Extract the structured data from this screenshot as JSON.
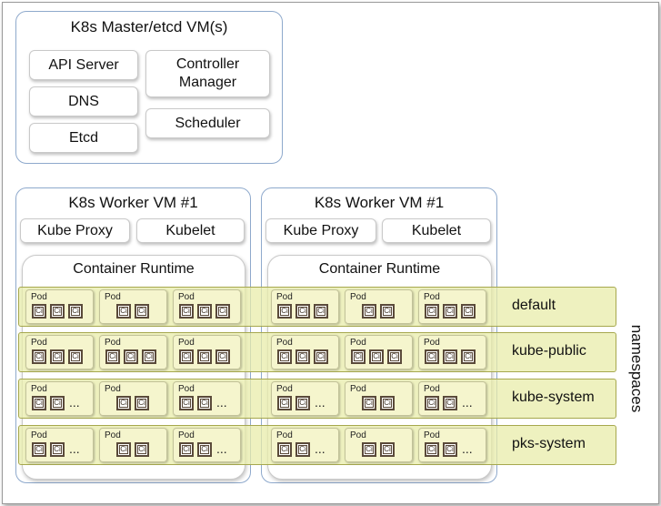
{
  "master": {
    "title": "K8s Master/etcd VM(s)",
    "components": [
      "API Server",
      "DNS",
      "Etcd",
      "Controller Manager",
      "Scheduler"
    ]
  },
  "workers": [
    {
      "title": "K8s Worker VM #1",
      "kube_proxy": "Kube Proxy",
      "kubelet": "Kubelet",
      "runtime": "Container Runtime"
    },
    {
      "title": "K8s Worker VM #1",
      "kube_proxy": "Kube Proxy",
      "kubelet": "Kubelet",
      "runtime": "Container Runtime"
    }
  ],
  "pod_label": "Pod",
  "container_label": "Ci",
  "ellipsis": "...",
  "namespaces_axis_label": "namespaces",
  "namespaces": [
    {
      "name": "default",
      "pods": [
        {
          "containers": 3,
          "more": false
        },
        {
          "containers": 2,
          "more": false
        },
        {
          "containers": 3,
          "more": false
        }
      ]
    },
    {
      "name": "kube-public",
      "pods": [
        {
          "containers": 3,
          "more": false
        },
        {
          "containers": 3,
          "more": false
        },
        {
          "containers": 3,
          "more": false
        }
      ]
    },
    {
      "name": "kube-system",
      "pods": [
        {
          "containers": 2,
          "more": true
        },
        {
          "containers": 2,
          "more": false
        },
        {
          "containers": 2,
          "more": true
        }
      ]
    },
    {
      "name": "pks-system",
      "pods": [
        {
          "containers": 2,
          "more": true
        },
        {
          "containers": 2,
          "more": false
        },
        {
          "containers": 2,
          "more": true
        }
      ]
    }
  ],
  "colors": {
    "vm_border": "#8ea9cc",
    "namespace_band": "#e8ecaa",
    "pod_fill": "#f4f4cd",
    "container_border": "#5a4a3a"
  }
}
